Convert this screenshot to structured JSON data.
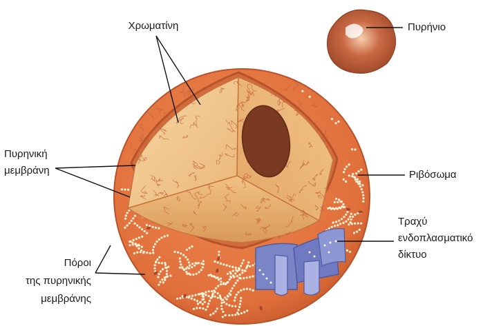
{
  "labels": {
    "chromatin": "Χρωματίνη",
    "nucleolus": "Πυρήνιο",
    "nuclear_membrane": [
      "Πυρηνική",
      "μεμβράνη"
    ],
    "ribosome": "Ριβόσωμα",
    "rough_er": [
      "Τραχύ",
      "ενδοπλασματικό",
      "δίκτυο"
    ],
    "nuclear_pores": [
      "Πόροι",
      "της πυρηνικής",
      "μεμβράνης"
    ]
  },
  "colors": {
    "cytoplasm": "#e8733f",
    "cytoplasm_edge": "#c9542a",
    "nucleoplasm": "#f3c98d",
    "nucleoplasm_dark": "#e9ad6a",
    "envelope": "#d2683a",
    "nucleolus": "#7a3a22",
    "er": "#7c86c8",
    "ribosome_dots": "#fff6df"
  }
}
